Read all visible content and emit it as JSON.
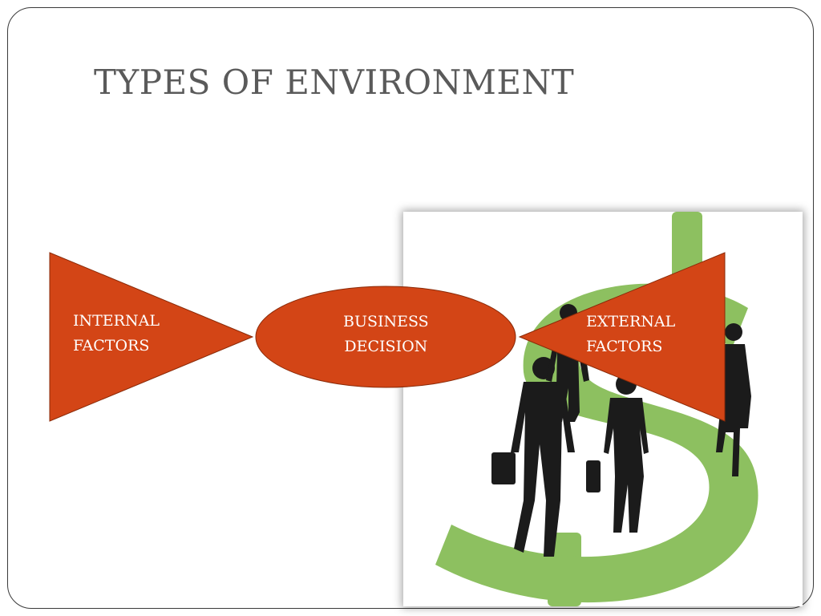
{
  "slide": {
    "title": "TYPES OF ENVIRONMENT"
  },
  "diagram": {
    "internal": {
      "line1": "INTERNAL",
      "line2": "FACTORS"
    },
    "business": {
      "line1": "BUSINESS",
      "line2": "DECISION"
    },
    "external": {
      "line1": "EXTERNAL",
      "line2": "FACTORS"
    }
  },
  "colors": {
    "shape_fill": "#d34516",
    "shape_stroke": "#8a2a08",
    "dollar_green": "#8dc060",
    "silhouette": "#1b1b1b",
    "title_text": "#5a5a5a"
  },
  "illustration": {
    "subject": "business-people-silhouettes-walking-over-dollar-sign"
  }
}
